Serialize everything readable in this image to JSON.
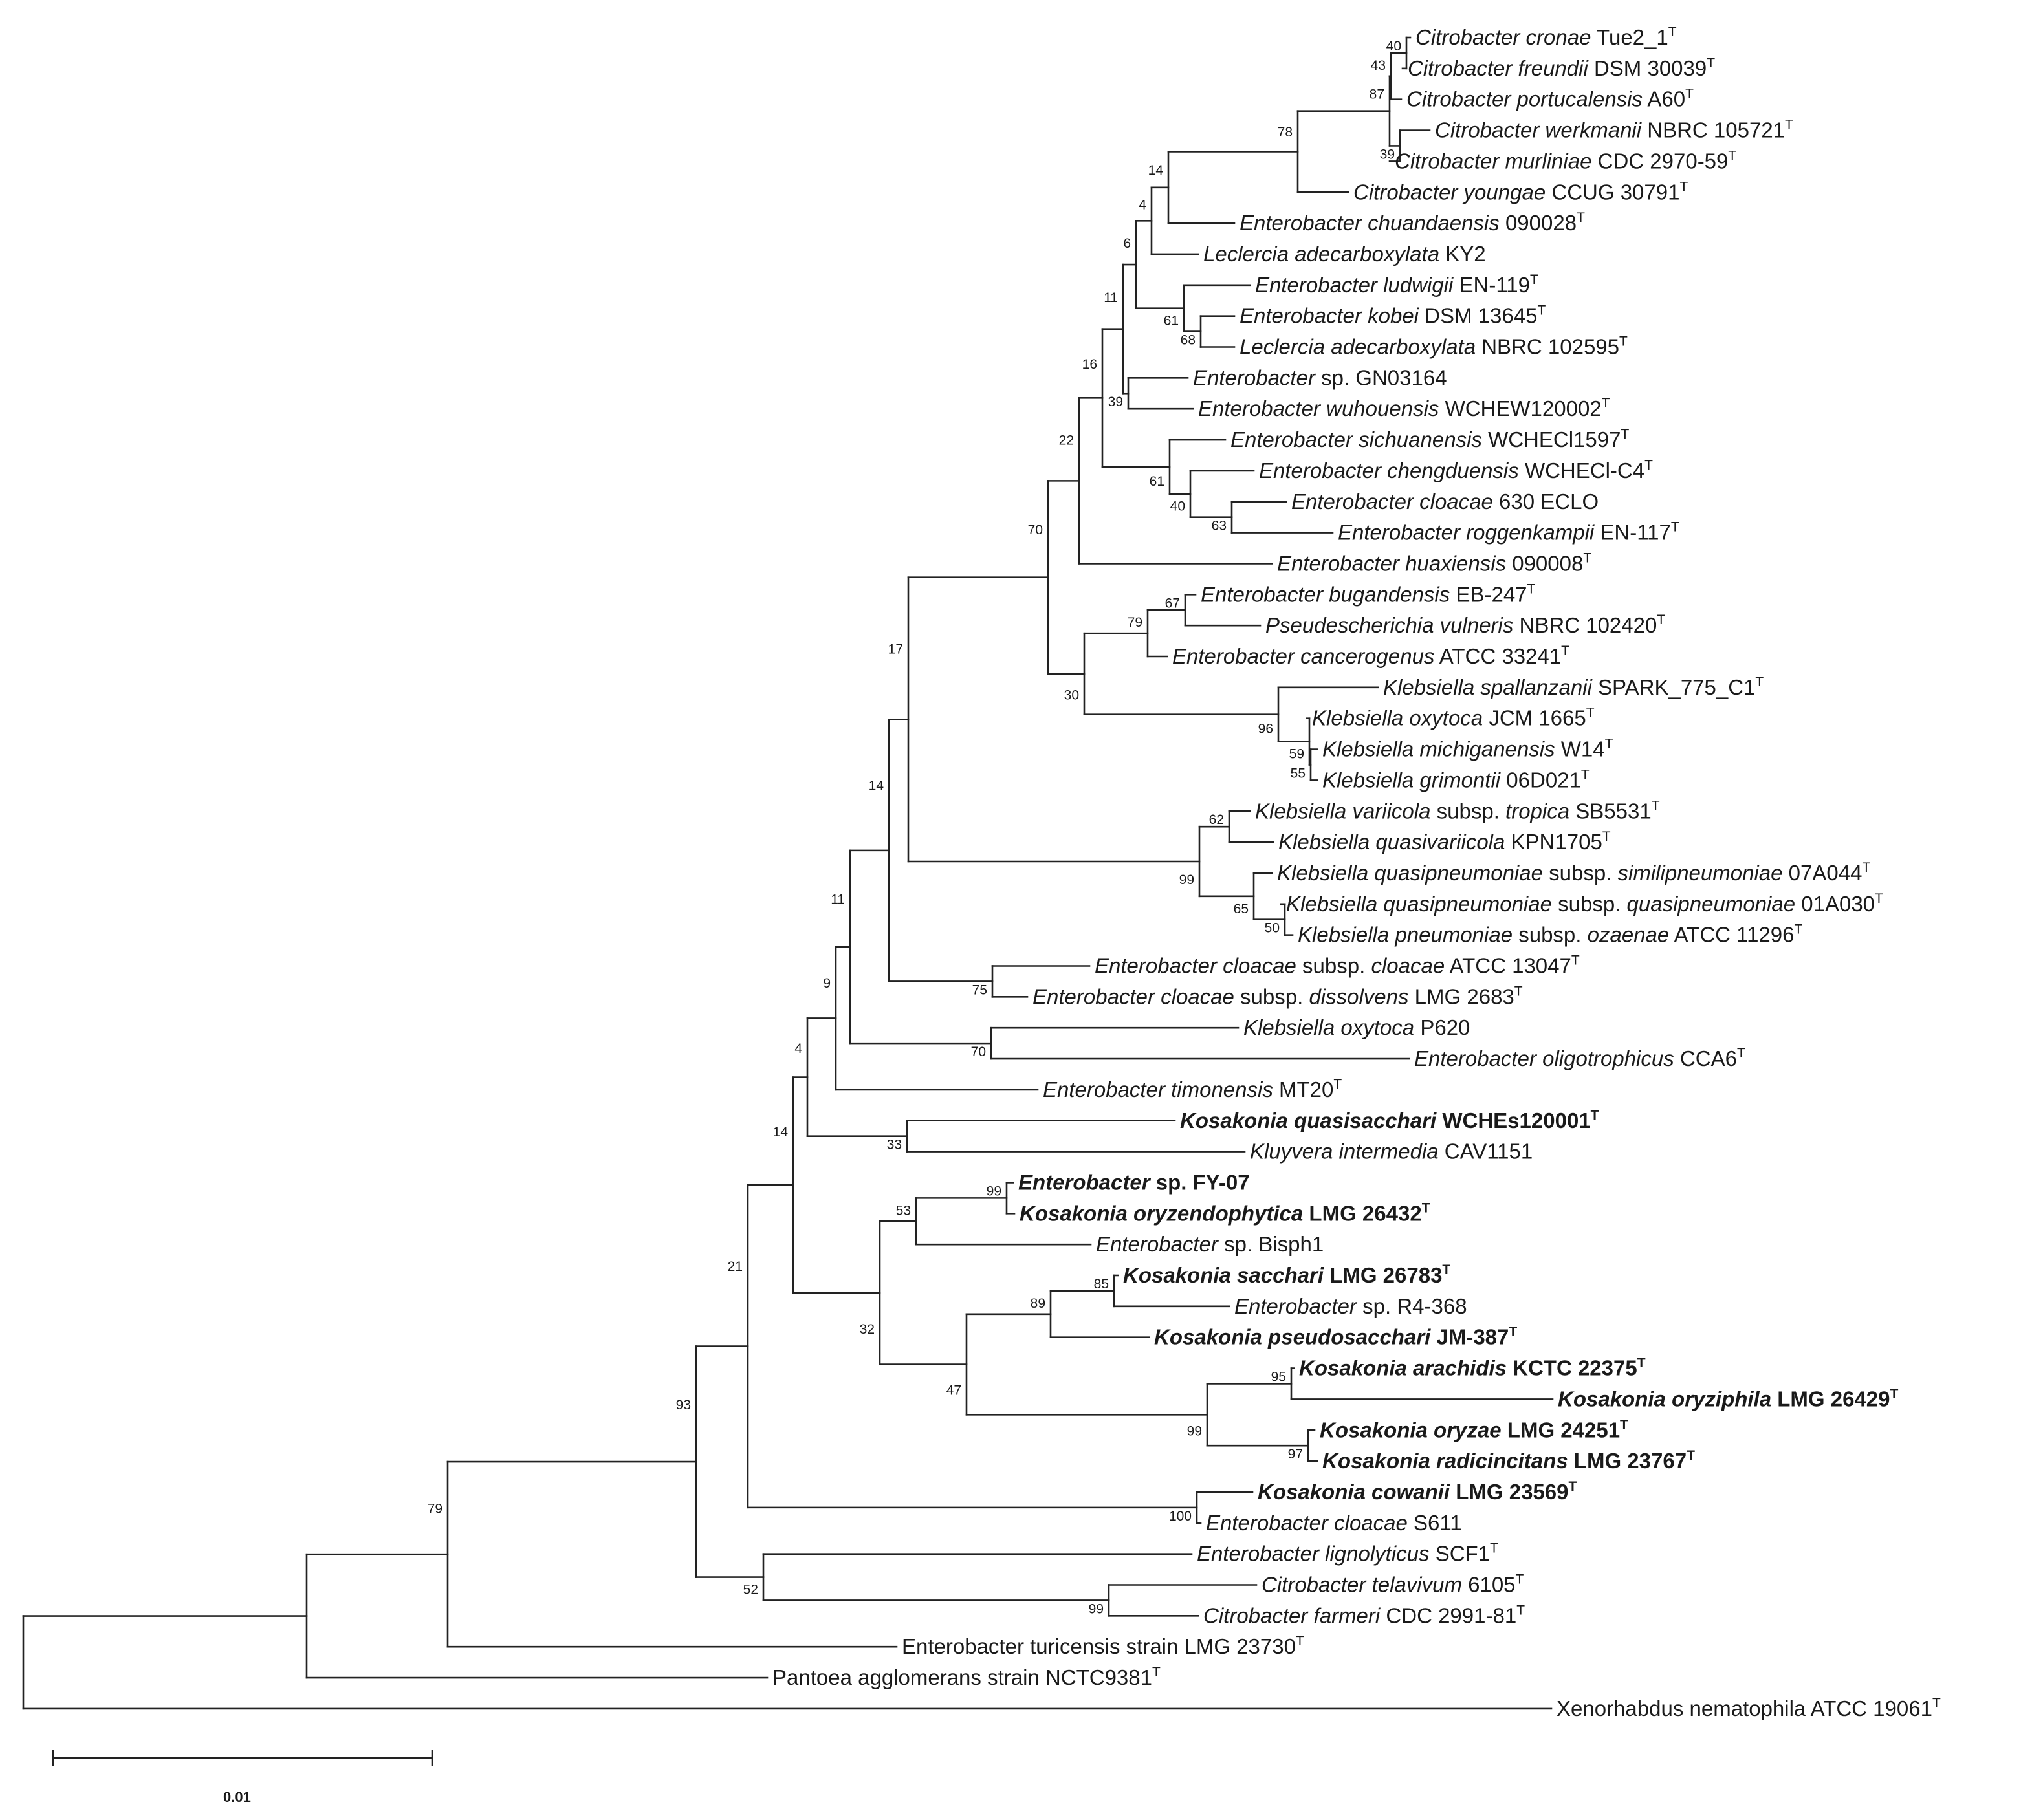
{
  "tree": {
    "tips": [
      {
        "id": "t1",
        "parts": [
          {
            "t": "Citrobacter cronae",
            "i": true
          },
          {
            "t": " Tue2_1"
          }
        ],
        "sup": "T",
        "bold": false
      },
      {
        "id": "t2",
        "parts": [
          {
            "t": "Citrobacter freundii",
            "i": true
          },
          {
            "t": " DSM 30039"
          }
        ],
        "sup": "T",
        "bold": false
      },
      {
        "id": "t3",
        "parts": [
          {
            "t": "Citrobacter portucalensis",
            "i": true
          },
          {
            "t": " A60"
          }
        ],
        "sup": "T",
        "bold": false
      },
      {
        "id": "t4",
        "parts": [
          {
            "t": "Citrobacter werkmanii",
            "i": true
          },
          {
            "t": " NBRC 105721"
          }
        ],
        "sup": "T",
        "bold": false
      },
      {
        "id": "t5",
        "parts": [
          {
            "t": "Citrobacter murliniae",
            "i": true
          },
          {
            "t": " CDC 2970-59"
          }
        ],
        "sup": "T",
        "bold": false
      },
      {
        "id": "t6",
        "parts": [
          {
            "t": "Citrobacter youngae",
            "i": true
          },
          {
            "t": " CCUG 30791"
          }
        ],
        "sup": "T",
        "bold": false
      },
      {
        "id": "t7",
        "parts": [
          {
            "t": "Enterobacter chuandaensis",
            "i": true
          },
          {
            "t": " 090028"
          }
        ],
        "sup": "T",
        "bold": false
      },
      {
        "id": "t8",
        "parts": [
          {
            "t": "Leclercia adecarboxylata",
            "i": true
          },
          {
            "t": " KY2"
          }
        ],
        "sup": "",
        "bold": false
      },
      {
        "id": "t9",
        "parts": [
          {
            "t": "Enterobacter ludwigii",
            "i": true
          },
          {
            "t": " EN-119"
          }
        ],
        "sup": "T",
        "bold": false
      },
      {
        "id": "t10",
        "parts": [
          {
            "t": "Enterobacter kobei",
            "i": true
          },
          {
            "t": " DSM 13645"
          }
        ],
        "sup": "T",
        "bold": false
      },
      {
        "id": "t11",
        "parts": [
          {
            "t": "Leclercia adecarboxylata",
            "i": true
          },
          {
            "t": " NBRC 102595"
          }
        ],
        "sup": "T",
        "bold": false
      },
      {
        "id": "t12",
        "parts": [
          {
            "t": "Enterobacter",
            "i": true
          },
          {
            "t": " sp. GN03164"
          }
        ],
        "sup": "",
        "bold": false
      },
      {
        "id": "t13",
        "parts": [
          {
            "t": "Enterobacter wuhouensis",
            "i": true
          },
          {
            "t": " WCHEW120002"
          }
        ],
        "sup": "T",
        "bold": false
      },
      {
        "id": "t14",
        "parts": [
          {
            "t": "Enterobacter sichuanensis",
            "i": true
          },
          {
            "t": " WCHECl1597"
          }
        ],
        "sup": "T",
        "bold": false
      },
      {
        "id": "t15",
        "parts": [
          {
            "t": "Enterobacter chengduensis",
            "i": true
          },
          {
            "t": " WCHECl-C4"
          }
        ],
        "sup": "T",
        "bold": false
      },
      {
        "id": "t16",
        "parts": [
          {
            "t": "Enterobacter cloacae",
            "i": true
          },
          {
            "t": " 630 ECLO"
          }
        ],
        "sup": "",
        "bold": false
      },
      {
        "id": "t17",
        "parts": [
          {
            "t": "Enterobacter roggenkampii",
            "i": true
          },
          {
            "t": " EN-117"
          }
        ],
        "sup": "T",
        "bold": false
      },
      {
        "id": "t18",
        "parts": [
          {
            "t": "Enterobacter huaxiensis",
            "i": true
          },
          {
            "t": " 090008"
          }
        ],
        "sup": "T",
        "bold": false
      },
      {
        "id": "t19",
        "parts": [
          {
            "t": "Enterobacter bugandensis",
            "i": true
          },
          {
            "t": " EB-247"
          }
        ],
        "sup": "T",
        "bold": false
      },
      {
        "id": "t20",
        "parts": [
          {
            "t": "Pseudescherichia vulneris",
            "i": true
          },
          {
            "t": " NBRC 102420"
          }
        ],
        "sup": "T",
        "bold": false
      },
      {
        "id": "t21",
        "parts": [
          {
            "t": "Enterobacter cancerogenus",
            "i": true
          },
          {
            "t": " ATCC 33241"
          }
        ],
        "sup": "T",
        "bold": false
      },
      {
        "id": "t22",
        "parts": [
          {
            "t": "Klebsiella spallanzanii",
            "i": true
          },
          {
            "t": " SPARK_775_C1"
          }
        ],
        "sup": "T",
        "bold": false
      },
      {
        "id": "t23",
        "parts": [
          {
            "t": "Klebsiella oxytoca",
            "i": true
          },
          {
            "t": " JCM 1665"
          }
        ],
        "sup": "T",
        "bold": false
      },
      {
        "id": "t24",
        "parts": [
          {
            "t": "Klebsiella michiganensis",
            "i": true
          },
          {
            "t": " W14"
          }
        ],
        "sup": "T",
        "bold": false
      },
      {
        "id": "t25",
        "parts": [
          {
            "t": "Klebsiella grimontii",
            "i": true
          },
          {
            "t": " 06D021"
          }
        ],
        "sup": "T",
        "bold": false
      },
      {
        "id": "t26",
        "parts": [
          {
            "t": "Klebsiella variicola",
            "i": true
          },
          {
            "t": " subsp. "
          },
          {
            "t": "tropica",
            "i": true
          },
          {
            "t": " SB5531"
          }
        ],
        "sup": "T",
        "bold": false
      },
      {
        "id": "t27",
        "parts": [
          {
            "t": "Klebsiella quasivariicola",
            "i": true
          },
          {
            "t": " KPN1705"
          }
        ],
        "sup": "T",
        "bold": false
      },
      {
        "id": "t28",
        "parts": [
          {
            "t": "Klebsiella quasipneumoniae",
            "i": true
          },
          {
            "t": " subsp. "
          },
          {
            "t": "similipneumoniae",
            "i": true
          },
          {
            "t": " 07A044"
          }
        ],
        "sup": "T",
        "bold": false
      },
      {
        "id": "t29",
        "parts": [
          {
            "t": "Klebsiella quasipneumoniae",
            "i": true
          },
          {
            "t": " subsp. "
          },
          {
            "t": "quasipneumoniae",
            "i": true
          },
          {
            "t": " 01A030"
          }
        ],
        "sup": "T",
        "bold": false
      },
      {
        "id": "t30",
        "parts": [
          {
            "t": "Klebsiella pneumoniae",
            "i": true
          },
          {
            "t": " subsp. "
          },
          {
            "t": "ozaenae",
            "i": true
          },
          {
            "t": " ATCC 11296"
          }
        ],
        "sup": "T",
        "bold": false
      },
      {
        "id": "t31",
        "parts": [
          {
            "t": "Enterobacter cloacae",
            "i": true
          },
          {
            "t": " subsp. "
          },
          {
            "t": "cloacae",
            "i": true
          },
          {
            "t": " ATCC 13047"
          }
        ],
        "sup": "T",
        "bold": false
      },
      {
        "id": "t32",
        "parts": [
          {
            "t": "Enterobacter cloacae",
            "i": true
          },
          {
            "t": " subsp. "
          },
          {
            "t": "dissolvens",
            "i": true
          },
          {
            "t": " LMG 2683"
          }
        ],
        "sup": "T",
        "bold": false
      },
      {
        "id": "t33",
        "parts": [
          {
            "t": "Klebsiella oxytoca",
            "i": true
          },
          {
            "t": " P620"
          }
        ],
        "sup": "",
        "bold": false
      },
      {
        "id": "t34",
        "parts": [
          {
            "t": "Enterobacter oligotrophicus",
            "i": true
          },
          {
            "t": " CCA6"
          }
        ],
        "sup": "T",
        "bold": false
      },
      {
        "id": "t35",
        "parts": [
          {
            "t": "Enterobacter timonensis",
            "i": true
          },
          {
            "t": " MT20"
          }
        ],
        "sup": "T",
        "bold": false
      },
      {
        "id": "t36",
        "parts": [
          {
            "t": "Kosakonia quasisacchari",
            "i": true
          },
          {
            "t": " WCHEs120001"
          }
        ],
        "sup": "T",
        "bold": true
      },
      {
        "id": "t37",
        "parts": [
          {
            "t": "Kluyvera intermedia",
            "i": true
          },
          {
            "t": " CAV1151"
          }
        ],
        "sup": "",
        "bold": false
      },
      {
        "id": "t38",
        "parts": [
          {
            "t": "Enterobacter",
            "i": true
          },
          {
            "t": " sp. FY-07"
          }
        ],
        "sup": "",
        "bold": true
      },
      {
        "id": "t39",
        "parts": [
          {
            "t": "Kosakonia oryzendophytica",
            "i": true
          },
          {
            "t": " LMG 26432"
          }
        ],
        "sup": "T",
        "bold": true
      },
      {
        "id": "t40",
        "parts": [
          {
            "t": "Enterobacter",
            "i": true
          },
          {
            "t": " sp. Bisph1"
          }
        ],
        "sup": "",
        "bold": false
      },
      {
        "id": "t41",
        "parts": [
          {
            "t": "Kosakonia sacchari",
            "i": true
          },
          {
            "t": " LMG 26783"
          }
        ],
        "sup": "T",
        "bold": true
      },
      {
        "id": "t42",
        "parts": [
          {
            "t": "Enterobacter",
            "i": true
          },
          {
            "t": " sp. R4-368"
          }
        ],
        "sup": "",
        "bold": false
      },
      {
        "id": "t43",
        "parts": [
          {
            "t": "Kosakonia pseudosacchari",
            "i": true
          },
          {
            "t": " JM-387"
          }
        ],
        "sup": "T",
        "bold": true
      },
      {
        "id": "t44",
        "parts": [
          {
            "t": "Kosakonia arachidis",
            "i": true
          },
          {
            "t": " KCTC 22375"
          }
        ],
        "sup": "T",
        "bold": true
      },
      {
        "id": "t45",
        "parts": [
          {
            "t": "Kosakonia oryziphila",
            "i": true
          },
          {
            "t": " LMG 26429"
          }
        ],
        "sup": "T",
        "bold": true
      },
      {
        "id": "t46",
        "parts": [
          {
            "t": "Kosakonia oryzae",
            "i": true
          },
          {
            "t": " LMG 24251"
          }
        ],
        "sup": "T",
        "bold": true
      },
      {
        "id": "t47",
        "parts": [
          {
            "t": "Kosakonia radicincitans",
            "i": true
          },
          {
            "t": " LMG 23767"
          }
        ],
        "sup": "T",
        "bold": true
      },
      {
        "id": "t48",
        "parts": [
          {
            "t": "Kosakonia cowanii",
            "i": true
          },
          {
            "t": " LMG 23569"
          }
        ],
        "sup": "T",
        "bold": true
      },
      {
        "id": "t49",
        "parts": [
          {
            "t": "Enterobacter cloacae",
            "i": true
          },
          {
            "t": " S611"
          }
        ],
        "sup": "",
        "bold": false
      },
      {
        "id": "t50",
        "parts": [
          {
            "t": "Enterobacter lignolyticus",
            "i": true
          },
          {
            "t": " SCF1"
          }
        ],
        "sup": "T",
        "bold": false
      },
      {
        "id": "t51",
        "parts": [
          {
            "t": "Citrobacter telavivum",
            "i": true
          },
          {
            "t": " 6105"
          }
        ],
        "sup": "T",
        "bold": false
      },
      {
        "id": "t52",
        "parts": [
          {
            "t": "Citrobacter farmeri",
            "i": true
          },
          {
            "t": " CDC 2991-81"
          }
        ],
        "sup": "T",
        "bold": false
      },
      {
        "id": "t53",
        "parts": [
          {
            "t": "Enterobacter turicensis strain LMG  23730"
          }
        ],
        "sup": "T",
        "bold": false
      },
      {
        "id": "t54",
        "parts": [
          {
            "t": "Pantoea agglomerans strain NCTC9381"
          }
        ],
        "sup": "T",
        "bold": false
      },
      {
        "id": "t55",
        "parts": [
          {
            "t": "Xenorhabdus nematophila ATCC 19061"
          }
        ],
        "sup": "T",
        "bold": false
      }
    ],
    "bootstrap": {
      "n_cronae": "40",
      "n_freundii": "43",
      "n_werk": "39",
      "n_cit4": "87",
      "n_cit": "78",
      "n_chuand": "14",
      "n_lec": "4",
      "n_A": "6",
      "n_kob": "68",
      "n_lud": "61",
      "n_gn": "39",
      "n_rogg": "63",
      "n_cheng": "40",
      "n_sich": "61",
      "n_B": "11",
      "n_C": "16",
      "n_D": "22",
      "n_bug": "67",
      "n_pseud": "79",
      "n_gri": "55",
      "n_mich": "59",
      "n_kox": "96",
      "n_E": "30",
      "n_F": "70",
      "n_var": "62",
      "n_quasi2": "50",
      "n_quasi1": "65",
      "n_kq": "99",
      "n_G": "17",
      "n_clo": "75",
      "n_ox": "70",
      "n_H": "14",
      "n_I": "11",
      "n_J": "9",
      "n_kosq": "33",
      "n_K": "4",
      "n_fy": "99",
      "n_L": "53",
      "n_sac": "85",
      "n_M": "89",
      "n_ara": "95",
      "n_ory": "97",
      "n_N": "99",
      "n_O": "47",
      "n_P": "32",
      "n_Q": "14",
      "n_cow": "100",
      "n_far": "99",
      "n_lig": "52",
      "n_R": "21",
      "n_S": "93",
      "n_T": "79"
    }
  },
  "scale_bar": {
    "label": "0.01"
  }
}
